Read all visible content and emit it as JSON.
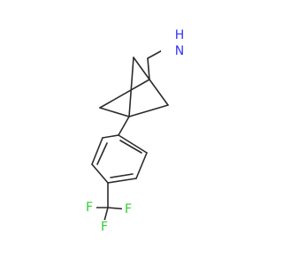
{
  "molecule": {
    "labels": {
      "amine_n": "N",
      "amine_h2": "H",
      "f_left": "F",
      "f_right": "F",
      "f_bottom": "F"
    },
    "colors": {
      "bond": "#2b2b2b",
      "nitrogen": "#3333ff",
      "fluorine": "#33cc33"
    }
  }
}
